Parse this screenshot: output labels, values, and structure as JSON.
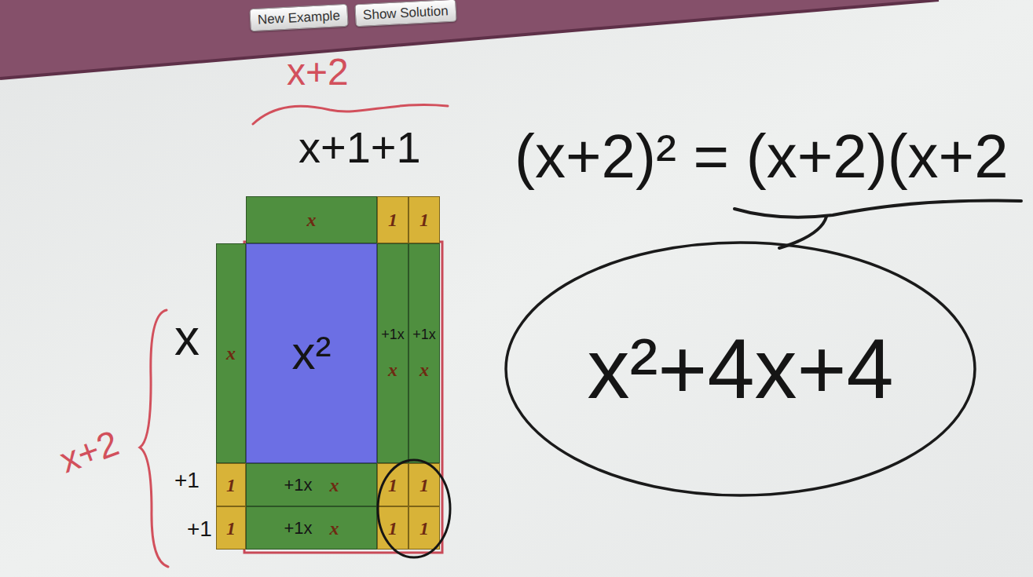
{
  "diagram": {
    "nodes": [
      {
        "text": [
          "New Example"
        ]
      },
      {
        "text": [
          "Show Solution"
        ]
      },
      {
        "text": [
          "x"
        ]
      },
      {
        "text": [
          "1"
        ]
      },
      {
        "text": [
          "1"
        ]
      },
      {
        "text": [
          "x"
        ]
      },
      {
        "text": [
          "x²"
        ]
      },
      {
        "text": [
          "+1x",
          "x"
        ]
      },
      {
        "text": [
          "+1x",
          "x"
        ]
      },
      {
        "text": [
          "1"
        ]
      },
      {
        "text": [
          "+1x",
          "x"
        ]
      },
      {
        "text": [
          "1"
        ]
      },
      {
        "text": [
          "1"
        ]
      },
      {
        "text": [
          "1"
        ]
      },
      {
        "text": [
          "+1x",
          "x"
        ]
      },
      {
        "text": [
          "1"
        ]
      },
      {
        "text": [
          "1"
        ]
      },
      {
        "text": [
          "x²+4x+4"
        ]
      }
    ],
    "labels": [
      "x+2",
      "x+1+1",
      "x",
      "+1",
      "+1",
      "x+2",
      "(x+2)² = (x+2)(x+2"
    ]
  }
}
